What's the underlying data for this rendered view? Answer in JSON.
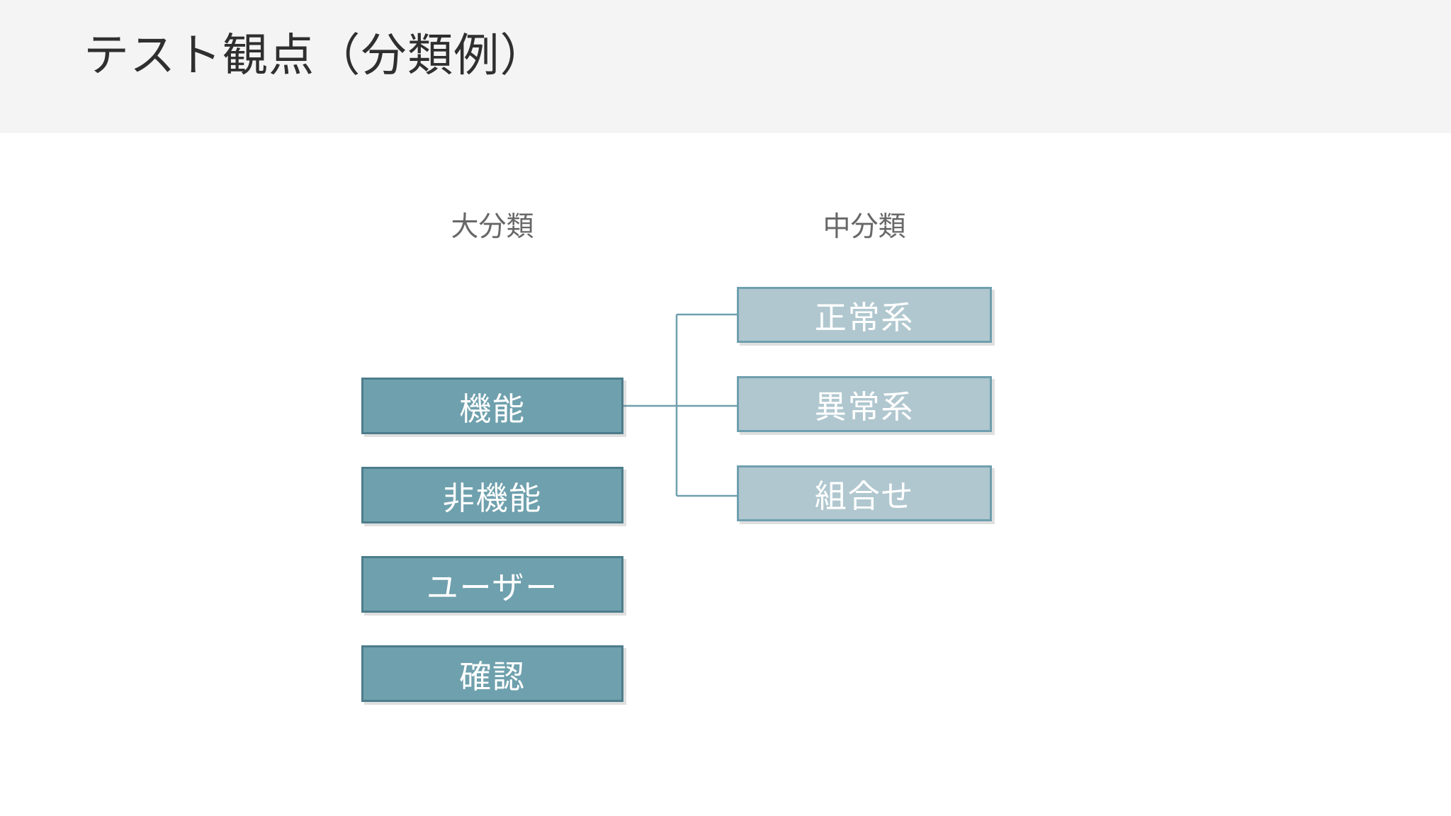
{
  "slide": {
    "title": "テスト観点（分類例）",
    "header_background": "#f4f4f4",
    "body_background": "#ffffff",
    "title_color": "#2f2f2f"
  },
  "diagram": {
    "type": "tree",
    "columns": [
      {
        "key": "major",
        "caption": "大分類"
      },
      {
        "key": "middle",
        "caption": "中分類"
      }
    ],
    "caption_color": "#686868",
    "connector_color": "#6f9fae",
    "major_nodes": [
      {
        "label": "機能",
        "fill": "#6fa0ad",
        "border": "#4d7d8b",
        "text": "#ffffff"
      },
      {
        "label": "非機能",
        "fill": "#6fa0ad",
        "border": "#4d7d8b",
        "text": "#ffffff"
      },
      {
        "label": "ユーザー",
        "fill": "#6fa0ad",
        "border": "#4d7d8b",
        "text": "#ffffff"
      },
      {
        "label": "確認",
        "fill": "#6fa0ad",
        "border": "#4d7d8b",
        "text": "#ffffff"
      }
    ],
    "middle_nodes": [
      {
        "label": "正常系",
        "fill": "#b0c7cf",
        "border": "#6f9fae",
        "text": "#ffffff"
      },
      {
        "label": "異常系",
        "fill": "#b0c7cf",
        "border": "#6f9fae",
        "text": "#ffffff"
      },
      {
        "label": "組合せ",
        "fill": "#b0c7cf",
        "border": "#6f9fae",
        "text": "#ffffff"
      }
    ],
    "edges": [
      {
        "from": "機能",
        "to": "正常系"
      },
      {
        "from": "機能",
        "to": "異常系"
      },
      {
        "from": "機能",
        "to": "組合せ"
      }
    ]
  }
}
